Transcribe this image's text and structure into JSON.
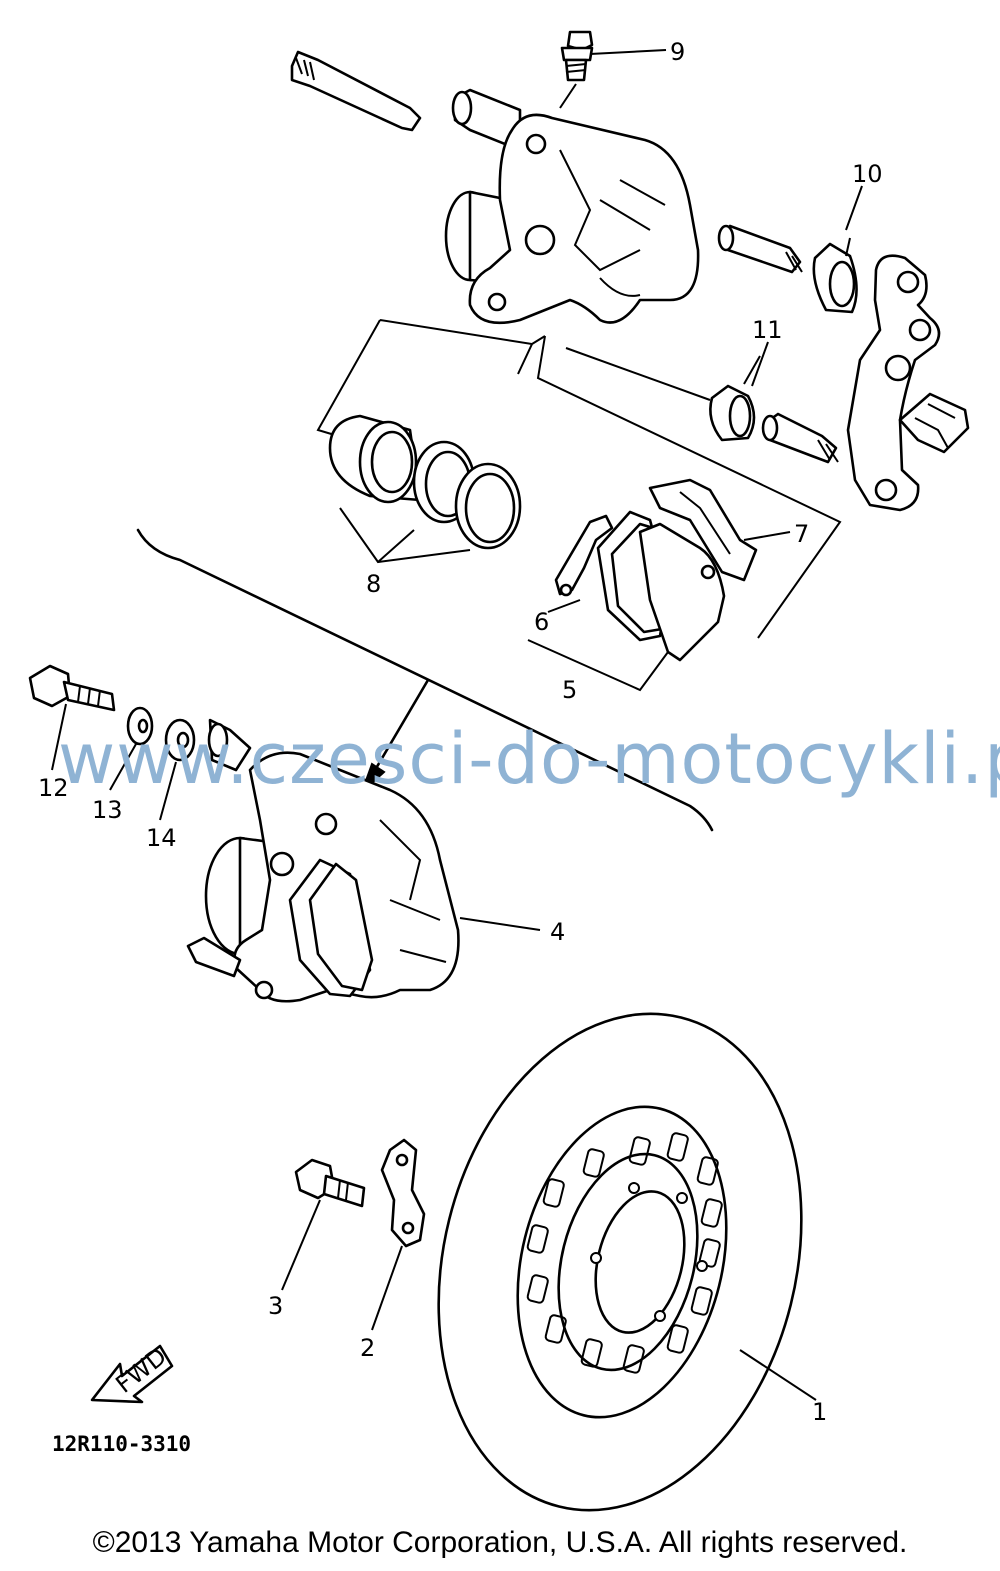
{
  "watermark": "www.czesci-do-motocykli.pl",
  "part_code": "12R110-3310",
  "fwd_arrow_label": "FWD",
  "copyright": "©2013 Yamaha Motor Corporation, U.S.A. All rights reserved.",
  "callouts": {
    "c1": "1",
    "c2": "2",
    "c3": "3",
    "c4": "4",
    "c5": "5",
    "c6": "6",
    "c7": "7",
    "c8": "8",
    "c9": "9",
    "c10": "10",
    "c11": "11",
    "c12": "12",
    "c13": "13",
    "c14": "14"
  }
}
